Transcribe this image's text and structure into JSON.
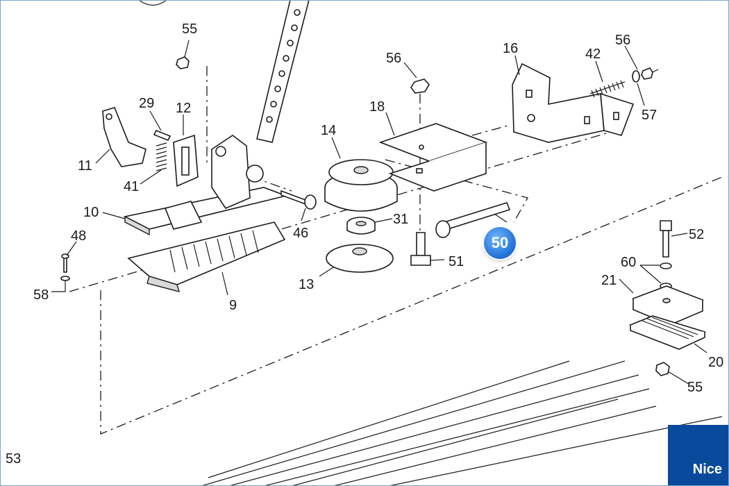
{
  "labels": {
    "p55a": "55",
    "p29": "29",
    "p12": "12",
    "p11": "11",
    "p41": "41",
    "p10": "10",
    "p46": "46",
    "p48": "48",
    "p58": "58",
    "p9": "9",
    "p14": "14",
    "p18": "18",
    "p56a": "56",
    "p31": "31",
    "p13": "13",
    "p51": "51",
    "p16": "16",
    "p42": "42",
    "p56b": "56",
    "p57": "57",
    "p52": "52",
    "p60": "60",
    "p21": "21",
    "p20": "20",
    "p55b": "55",
    "p53": "53"
  },
  "badge": "50",
  "brand": "Nice",
  "colors": {
    "badge": "#1f6fd6",
    "brand": "#0a4a9c",
    "line": "#1a1a1a"
  }
}
